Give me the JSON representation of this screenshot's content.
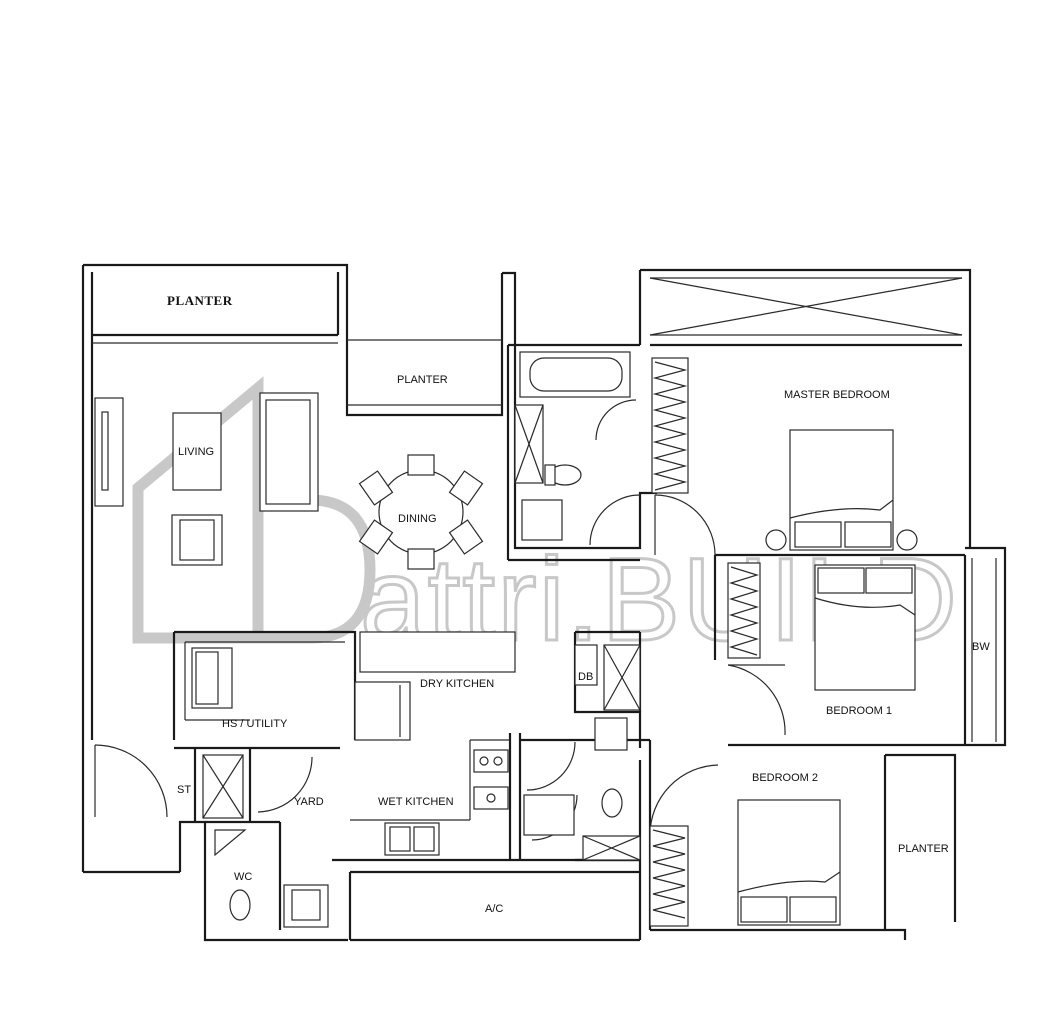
{
  "watermark": {
    "text": "attri.BUILD"
  },
  "rooms": {
    "planter_top_left": "PLANTER",
    "planter_mid": "PLANTER",
    "planter_right": "PLANTER",
    "living": "LIVING",
    "dining": "DINING",
    "master_bedroom": "MASTER BEDROOM",
    "bedroom_1": "BEDROOM 1",
    "bedroom_2": "BEDROOM 2",
    "bw": "BW",
    "dry_kitchen": "DRY KITCHEN",
    "wet_kitchen": "WET KITCHEN",
    "hs_utility": "HS / UTILITY",
    "yard": "YARD",
    "st": "ST",
    "wc": "WC",
    "db": "DB",
    "ac": "A/C"
  },
  "colors": {
    "wall": "#1a1a1a",
    "watermark": "#c8c8c8",
    "background": "#ffffff"
  }
}
